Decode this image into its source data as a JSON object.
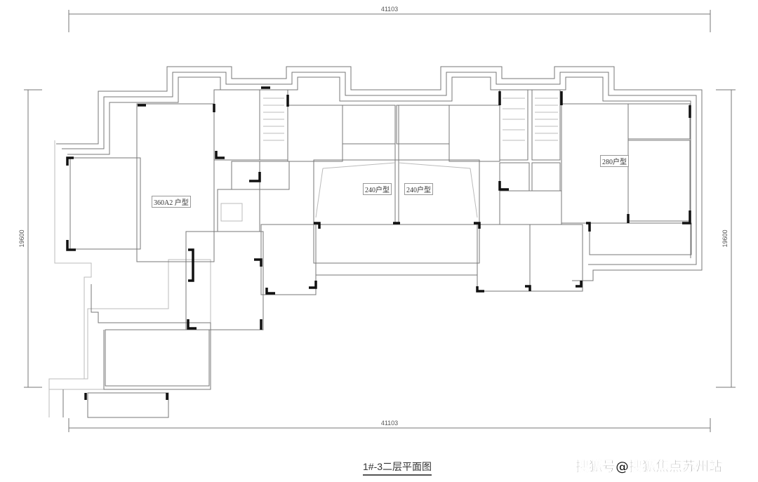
{
  "dimensions": {
    "top_width": "41103",
    "bottom_width": "41103",
    "left_height": "19600",
    "right_height": "19600"
  },
  "units": [
    {
      "label": "360A2 户型"
    },
    {
      "label": "240户型"
    },
    {
      "label": "240户型"
    },
    {
      "label": "280户型"
    }
  ],
  "title": "1#-3二层平面图",
  "watermark": "搜狐号@搜狐焦点苏州站"
}
